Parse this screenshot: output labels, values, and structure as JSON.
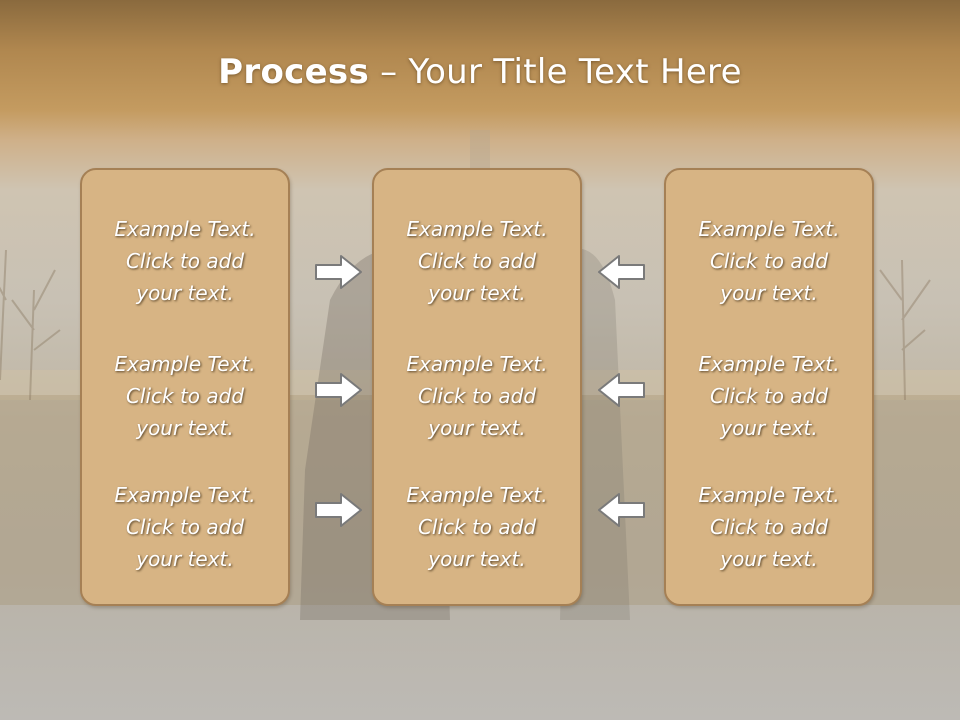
{
  "slide": {
    "title_bold": "Process",
    "title_rest": " – Your Title Text Here"
  },
  "columns": [
    {
      "items": [
        [
          "Example Text.",
          "Click  to add",
          "your text."
        ],
        [
          "Example Text.",
          "Click  to add",
          "your text."
        ],
        [
          "Example Text.",
          "Click  to add",
          "your text."
        ]
      ]
    },
    {
      "items": [
        [
          "Example Text.",
          "Click  to add",
          "your text."
        ],
        [
          "Example Text.",
          "Click  to add",
          "your text."
        ],
        [
          "Example Text.",
          "Click  to add",
          "your text."
        ]
      ]
    },
    {
      "items": [
        [
          "Example Text.",
          "Click  to add",
          "your text."
        ],
        [
          "Example Text.",
          "Click  to add",
          "your text."
        ],
        [
          "Example Text.",
          "Click  to add",
          "your text."
        ]
      ]
    }
  ],
  "arrows": {
    "left_group": "right-arrow-icon",
    "right_group": "left-arrow-icon"
  },
  "colors": {
    "header": "#c49b60",
    "box_fill": "#d7b484",
    "box_border": "#a58055",
    "text": "#ffffff"
  }
}
